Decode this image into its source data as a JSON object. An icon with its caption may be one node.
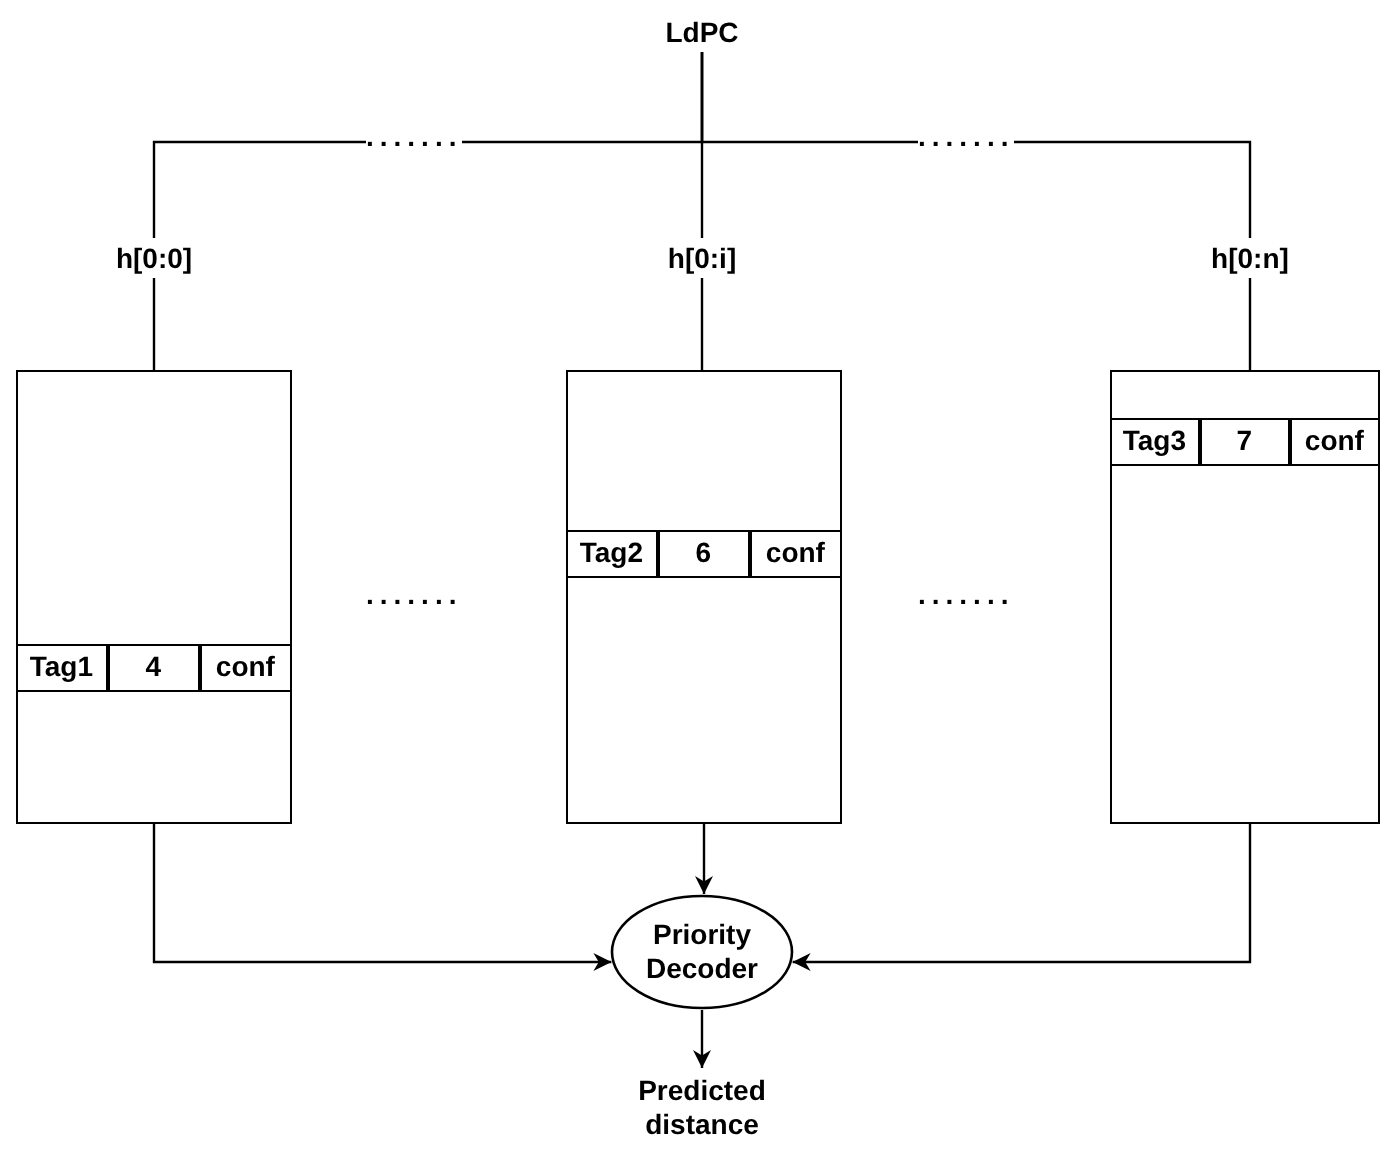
{
  "diagram": {
    "nodes": [
      {
        "text": [
          "LdPC"
        ]
      },
      {
        "text": [
          "h[0:0]"
        ]
      },
      {
        "text": [
          "h[0:i]"
        ]
      },
      {
        "text": [
          "h[0:n]"
        ]
      },
      {
        "text": [],
        "shape": "box"
      },
      {
        "text": [],
        "shape": "box"
      },
      {
        "text": [],
        "shape": "box"
      },
      {
        "text": [
          "Tag1"
        ],
        "in": 4
      },
      {
        "text": [
          "4"
        ],
        "in": 4
      },
      {
        "text": [
          "conf"
        ],
        "in": 4
      },
      {
        "text": [
          "Tag2"
        ],
        "in": 5
      },
      {
        "text": [
          "6"
        ],
        "in": 5
      },
      {
        "text": [
          "conf"
        ],
        "in": 5
      },
      {
        "text": [
          "Tag3"
        ],
        "in": 6
      },
      {
        "text": [
          "7"
        ],
        "in": 6
      },
      {
        "text": [
          "conf"
        ],
        "in": 6
      },
      {
        "text": [
          "Priority Decoder"
        ]
      },
      {
        "text": [
          "Predicted distance"
        ]
      }
    ],
    "edges": [
      {
        "from": 0,
        "to": 1,
        "arrow": "none"
      },
      {
        "from": 0,
        "to": 2,
        "arrow": "none"
      },
      {
        "from": 0,
        "to": 3,
        "arrow": "none"
      },
      {
        "from": 1,
        "to": 4,
        "arrow": "none"
      },
      {
        "from": 2,
        "to": 5,
        "arrow": "none"
      },
      {
        "from": 3,
        "to": 6,
        "arrow": "none"
      },
      {
        "from": 4,
        "to": 16,
        "arrow": "to"
      },
      {
        "from": 5,
        "to": 16,
        "arrow": "to"
      },
      {
        "from": 6,
        "to": 16,
        "arrow": "to"
      },
      {
        "from": 16,
        "to": 17,
        "arrow": "to"
      }
    ],
    "labels": [
      ".......",
      ".......",
      ".......",
      "......."
    ]
  }
}
